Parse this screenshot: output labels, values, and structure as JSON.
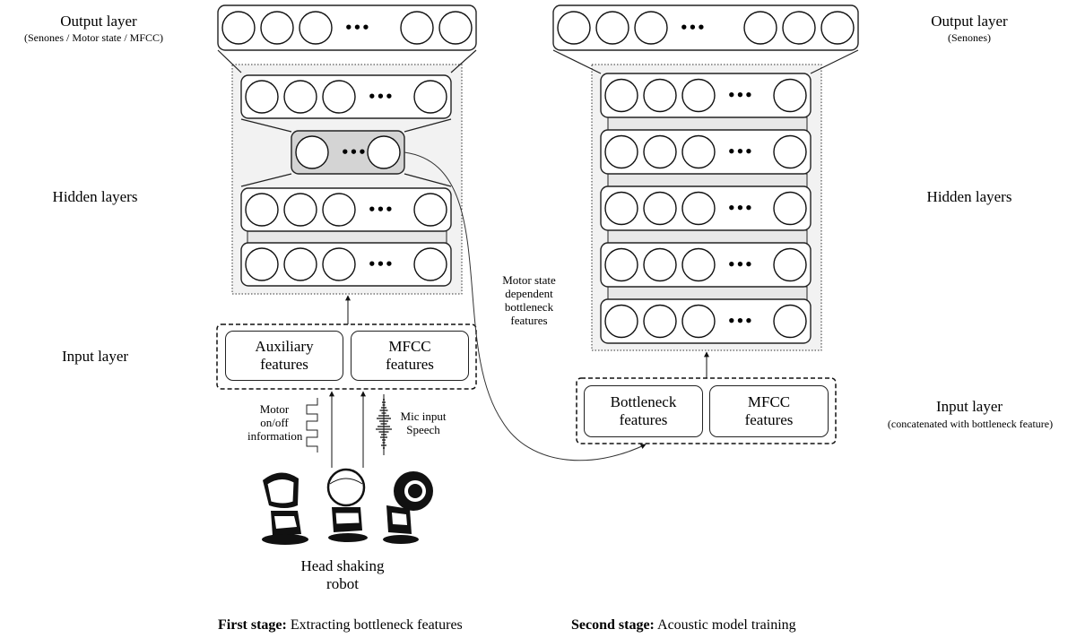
{
  "labels": {
    "left_output_title": "Output layer",
    "left_output_sub": "(Senones / Motor state / MFCC)",
    "left_hidden": "Hidden layers",
    "left_input": "Input layer",
    "right_output_title": "Output layer",
    "right_output_sub": "(Senones)",
    "right_hidden": "Hidden layers",
    "right_input_title": "Input layer",
    "right_input_sub": "(concatenated with bottleneck feature)"
  },
  "first_stage": {
    "input_boxes": [
      "Auxiliary features",
      "MFCC features"
    ],
    "motor_label": "Motor on/off information",
    "mic_label": "Mic input Speech",
    "robot_label": "Head shaking robot",
    "caption_bold": "First stage:",
    "caption_text": " Extracting bottleneck features"
  },
  "second_stage": {
    "input_boxes": [
      "Bottleneck features",
      "MFCC features"
    ],
    "caption_bold": "Second stage:",
    "caption_text": " Acoustic model training"
  },
  "connector_label": "Motor state dependent bottleneck features",
  "ellipsis": "•••"
}
